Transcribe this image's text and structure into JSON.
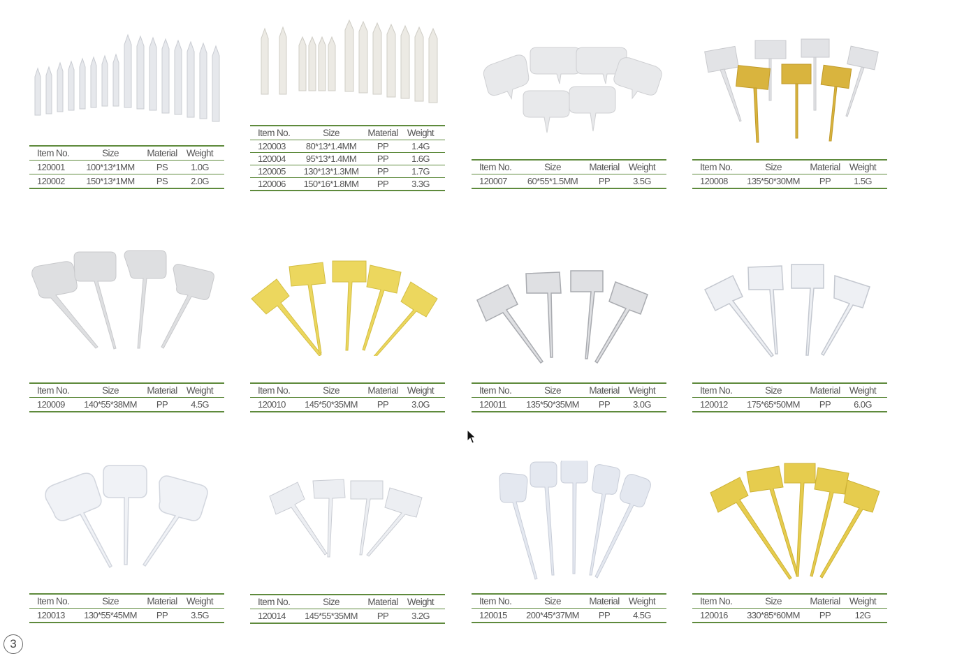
{
  "headers": {
    "item_no": "Item No.",
    "size": "Size",
    "material": "Material",
    "weight": "Weight"
  },
  "products": [
    {
      "rows": [
        [
          "120001",
          "100*13*1MM",
          "PS",
          "1.0G"
        ],
        [
          "120002",
          "150*13*1MM",
          "PS",
          "2.0G"
        ]
      ]
    },
    {
      "rows": [
        [
          "120003",
          "80*13*1.4MM",
          "PP",
          "1.4G"
        ],
        [
          "120004",
          "95*13*1.4MM",
          "PP",
          "1.6G"
        ],
        [
          "120005",
          "130*13*1.3MM",
          "PP",
          "1.7G"
        ],
        [
          "120006",
          "150*16*1.8MM",
          "PP",
          "3.3G"
        ]
      ]
    },
    {
      "rows": [
        [
          "120007",
          "60*55*1.5MM",
          "PP",
          "3.5G"
        ]
      ]
    },
    {
      "rows": [
        [
          "120008",
          "135*50*30MM",
          "PP",
          "1.5G"
        ]
      ]
    },
    {
      "rows": [
        [
          "120009",
          "140*55*38MM",
          "PP",
          "4.5G"
        ]
      ]
    },
    {
      "rows": [
        [
          "120010",
          "145*50*35MM",
          "PP",
          "3.0G"
        ]
      ]
    },
    {
      "rows": [
        [
          "120011",
          "135*50*35MM",
          "PP",
          "3.0G"
        ]
      ]
    },
    {
      "rows": [
        [
          "120012",
          "175*65*50MM",
          "PP",
          "6.0G"
        ]
      ]
    },
    {
      "rows": [
        [
          "120013",
          "130*55*45MM",
          "PP",
          "3.5G"
        ]
      ]
    },
    {
      "rows": [
        [
          "120014",
          "145*55*35MM",
          "PP",
          "3.2G"
        ]
      ]
    },
    {
      "rows": [
        [
          "120015",
          "200*45*37MM",
          "PP",
          "4.5G"
        ]
      ]
    },
    {
      "rows": [
        [
          "120016",
          "330*85*60MM",
          "PP",
          "12G"
        ]
      ]
    }
  ],
  "page_number": "3",
  "colors": {
    "rule": "#5e8a3c",
    "white_plastic": "#e4e6ea",
    "yellow_plastic": "#e9d25a",
    "gold_plastic": "#d9b43e",
    "grey_plastic": "#d9dadc"
  }
}
